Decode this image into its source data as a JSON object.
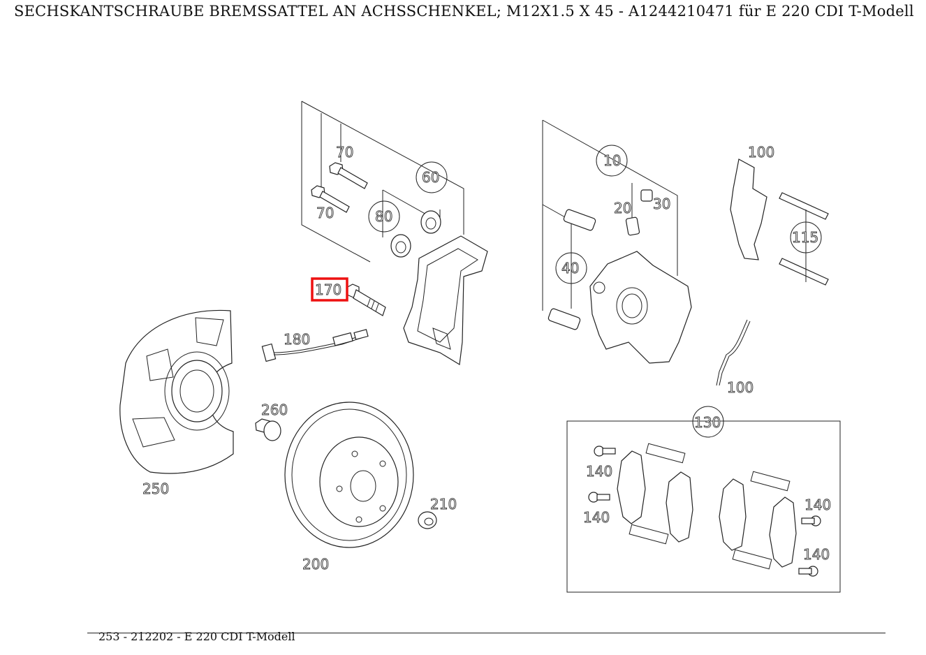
{
  "title": "SECHSKANTSCHRAUBE BREMSSATTEL AN ACHSSCHENKEL; M12X1.5 X 45 - A1244210471 für E 220 CDI T-Modell",
  "footer": "253 - 212202 - E 220 CDI T-Modell",
  "highlight_color": "#ee1111",
  "highlighted_part": "170",
  "callouts": {
    "c70a": "70",
    "c70b": "70",
    "c60": "60",
    "c80": "80",
    "c170": "170",
    "c180": "180",
    "c250": "250",
    "c260": "260",
    "c200": "200",
    "c210": "210",
    "c10": "10",
    "c20": "20",
    "c30": "30",
    "c40": "40",
    "c100a": "100",
    "c100b": "100",
    "c115": "115",
    "c130": "130",
    "c140a": "140",
    "c140b": "140",
    "c140c": "140",
    "c140d": "140"
  }
}
